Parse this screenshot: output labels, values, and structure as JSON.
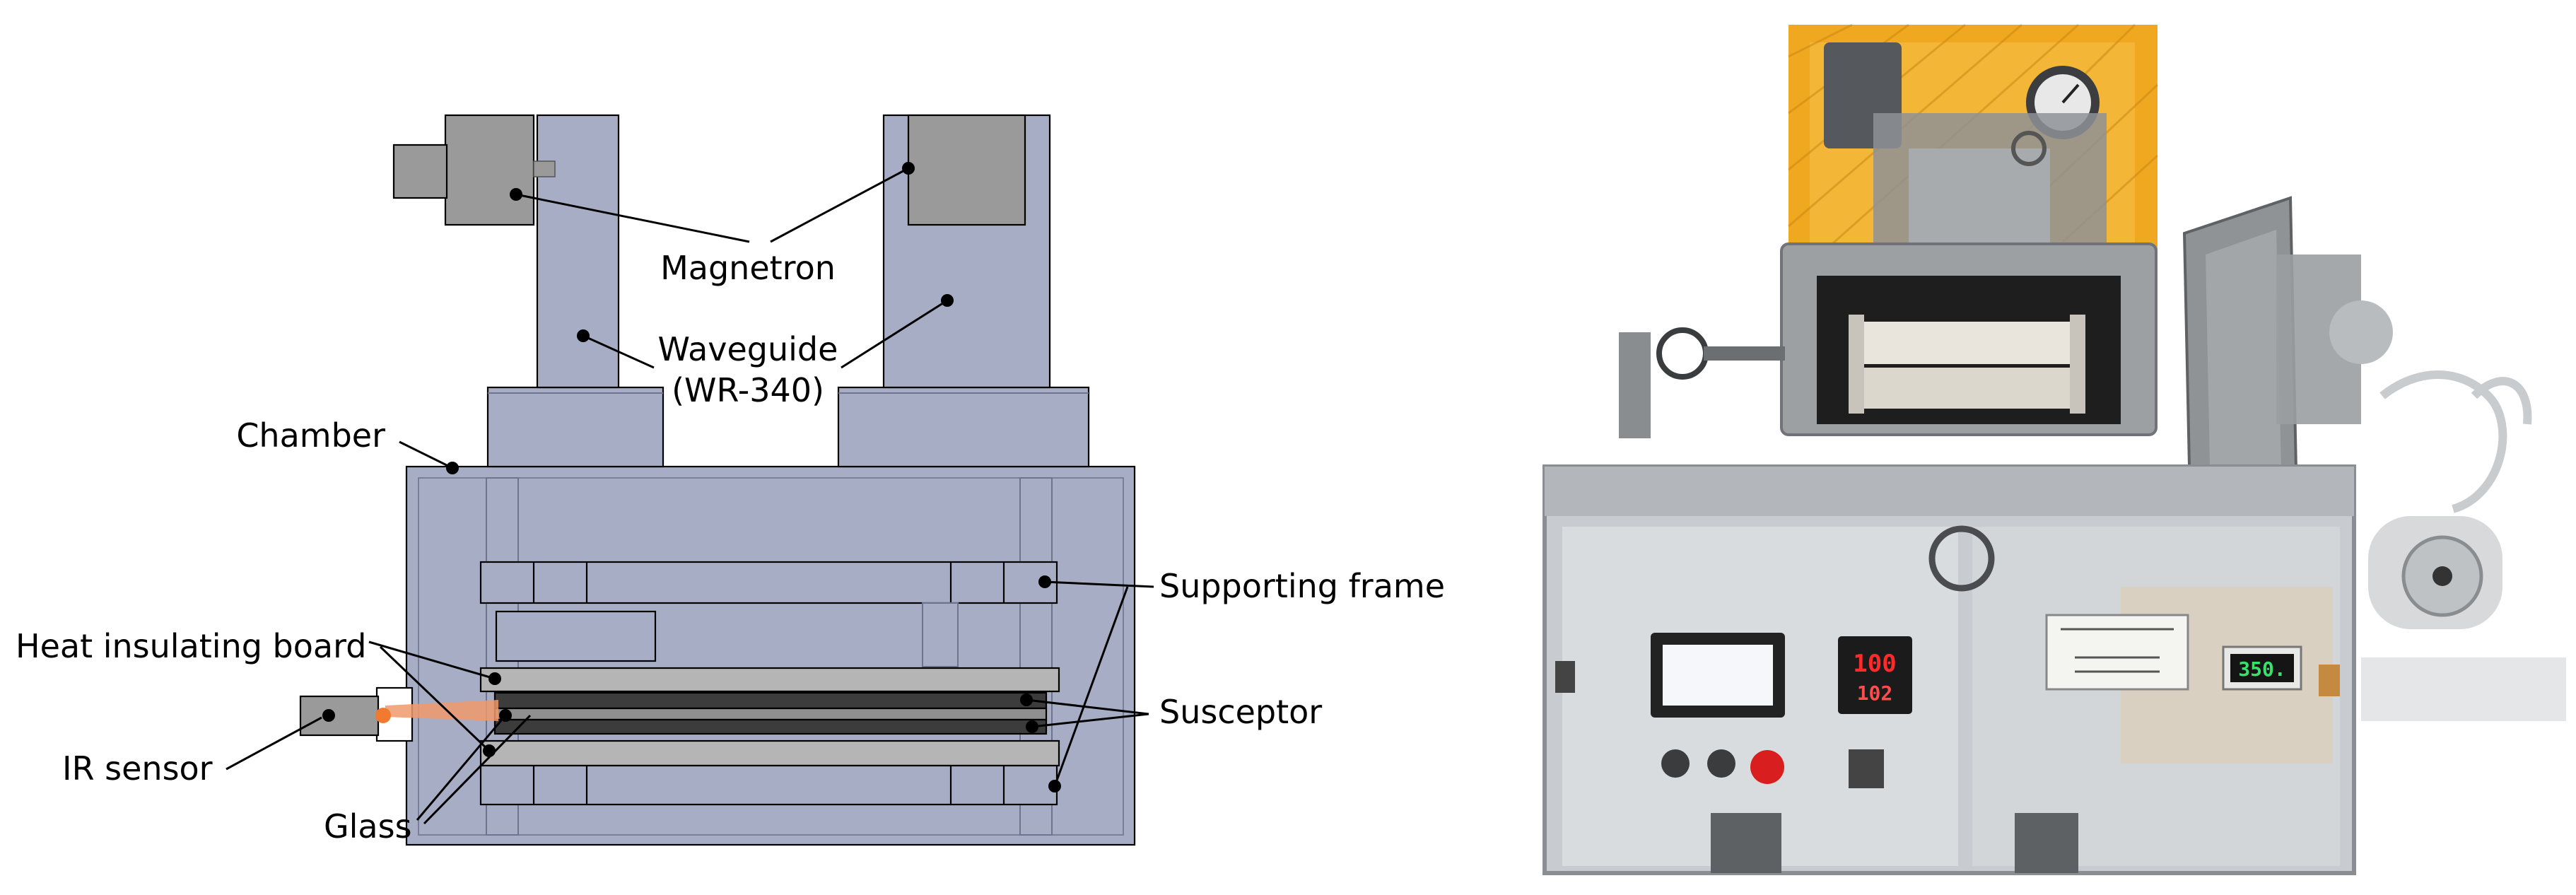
{
  "figure": {
    "labels": {
      "magnetron": "Magnetron",
      "waveguide_line1": "Waveguide",
      "waveguide_line2": "(WR-340)",
      "chamber": "Chamber",
      "supporting_frame": "Supporting frame",
      "heat_insulating_board": "Heat insulating board",
      "susceptor": "Susceptor",
      "ir_sensor": "IR sensor",
      "glass": "Glass"
    },
    "photo": {
      "red_controller_top": "100",
      "red_controller_bottom": "102",
      "green_display": "350."
    },
    "colors": {
      "chamber_fill": "#a8adc6",
      "magnetron": "#9a9a9a",
      "board": "#b5b5b5",
      "susceptor": "#3c3c3c",
      "ir_beam": "#f0996a",
      "safety_cage": "#f0a820",
      "cabinet": "#c8ccd0"
    }
  }
}
